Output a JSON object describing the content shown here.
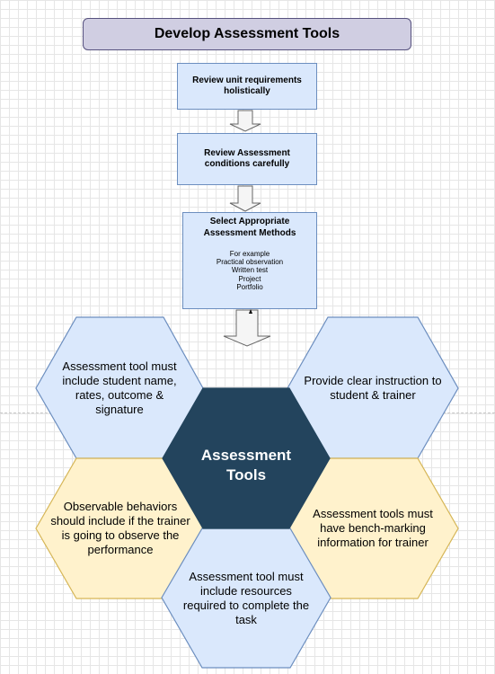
{
  "title": "Develop Assessment Tools",
  "steps": [
    {
      "label": "Review unit requirements holistically"
    },
    {
      "label": "Review  Assessment conditions carefully"
    },
    {
      "label": "Select Appropriate Assessment Methods",
      "examples_heading": "For example",
      "examples": [
        "Practical observation",
        "Written test",
        "Project",
        "Portfolio"
      ]
    }
  ],
  "center": {
    "label": "Assessment Tools"
  },
  "hexagons": [
    {
      "label": "Assessment tool must include student name, rates, outcome & signature"
    },
    {
      "label": "Provide clear instruction to student & trainer"
    },
    {
      "label": "Observable behaviors should include if the trainer is going to observe the performance"
    },
    {
      "label": "Assessment tools must have bench-marking information for trainer"
    },
    {
      "label": "Assessment tool must include resources required to complete the task"
    }
  ],
  "colors": {
    "blue_fill": "#dae8fc",
    "blue_stroke": "#6c8ebf",
    "yellow_fill": "#fff2cc",
    "yellow_stroke": "#d6b656",
    "center_fill": "#23445d",
    "title_fill": "#d0cee2",
    "title_stroke": "#56517e",
    "arrow_fill": "#f5f5f5",
    "arrow_stroke": "#666666"
  }
}
